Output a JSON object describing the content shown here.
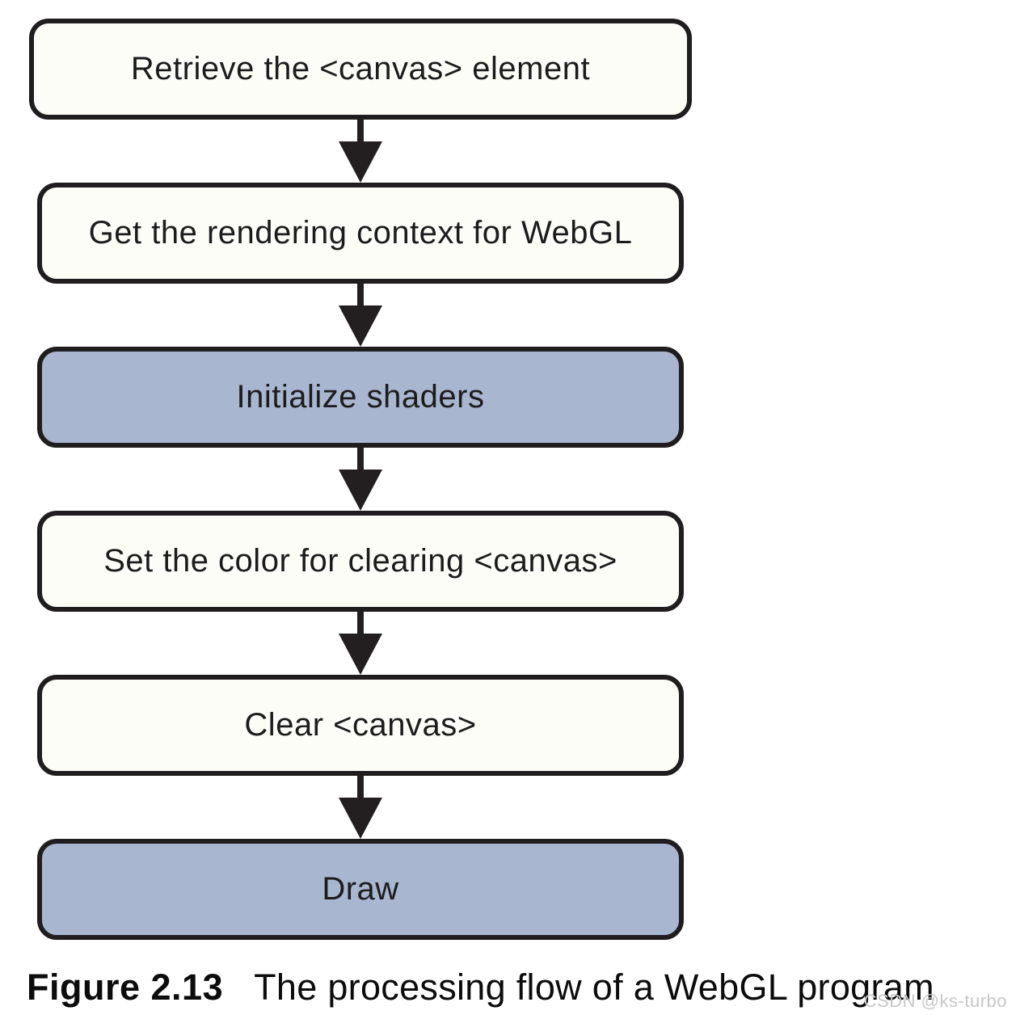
{
  "diagram": {
    "title_hint": "WebGL program processing flow",
    "nodes": [
      {
        "label": "Retrieve the <canvas> element",
        "variant": "white"
      },
      {
        "label": "Get the rendering context for WebGL",
        "variant": "white"
      },
      {
        "label": "Initialize shaders",
        "variant": "blue"
      },
      {
        "label": "Set the color for clearing <canvas>",
        "variant": "white"
      },
      {
        "label": "Clear <canvas>",
        "variant": "white"
      },
      {
        "label": "Draw",
        "variant": "blue"
      }
    ],
    "colors": {
      "node_blue": "#a8b6cf",
      "node_white": "#fdfdf8",
      "border": "#201d1e",
      "arrow": "#231f20"
    }
  },
  "caption": {
    "label": "Figure 2.13",
    "text": "The processing flow of a WebGL program"
  },
  "watermark": "CSDN @ks-turbo"
}
